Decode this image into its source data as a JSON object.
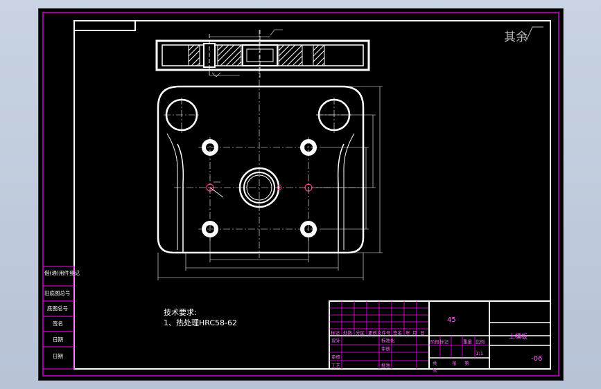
{
  "drawing": {
    "corner_text": "其余",
    "tech_requirements_title": "技术要求:",
    "tech_requirement_1": "1、热处理HRC58-62",
    "left_stamp": [
      "借(通)用件登记",
      "旧底图总号",
      "底图总号",
      "签名",
      "日期",
      "日期"
    ],
    "title_block": {
      "material": "45",
      "part_name": "上模板",
      "drawing_number": "-06",
      "scale": "1:1",
      "header_row": [
        "标记",
        "处数",
        "分区",
        "更改文件号",
        "签名",
        "年",
        "月",
        "日"
      ],
      "labels": {
        "design": "设计",
        "standardize": "标准化",
        "review": "审核",
        "process": "工艺",
        "approve": "批准",
        "check": "审核",
        "stage_mark": "阶段标记",
        "weight": "重量",
        "ratio": "比例",
        "total_sheets": "共",
        "sheet": "张",
        "page": "第",
        "page_sheet": "张"
      }
    }
  },
  "colors": {
    "background": "#000000",
    "line": "#ffffff",
    "frame": "#ff00ff",
    "accent": "#ff66ff",
    "hole_marker": "#ff3366"
  }
}
